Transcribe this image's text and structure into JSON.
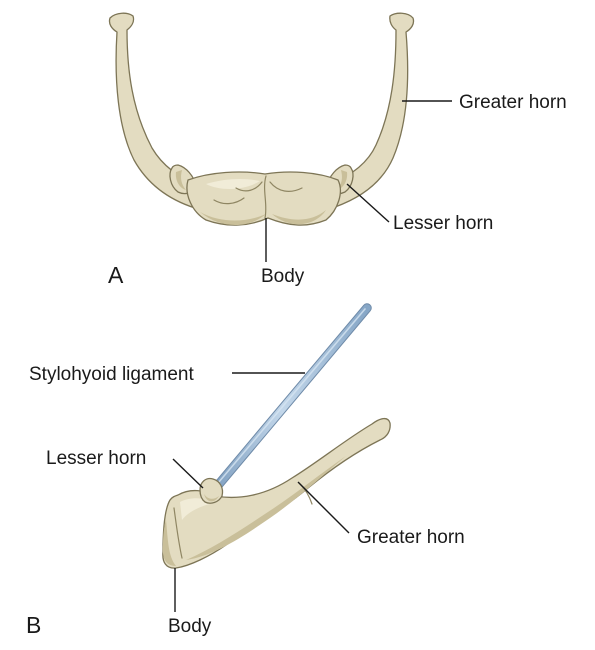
{
  "figure": {
    "panel_a": {
      "panel_letter": "A",
      "labels": {
        "greater_horn": "Greater horn",
        "lesser_horn": "Lesser horn",
        "body": "Body"
      }
    },
    "panel_b": {
      "panel_letter": "B",
      "labels": {
        "stylohyoid_ligament": "Stylohyoid ligament",
        "lesser_horn": "Lesser horn",
        "greater_horn": "Greater horn",
        "body": "Body"
      }
    },
    "colors": {
      "bone": "#e3dcc1",
      "bone_outline": "#7d7556",
      "bone_shadow": "#c9bf9a",
      "ligament": "#9fbdd9",
      "text": "#1a1a1a"
    }
  }
}
